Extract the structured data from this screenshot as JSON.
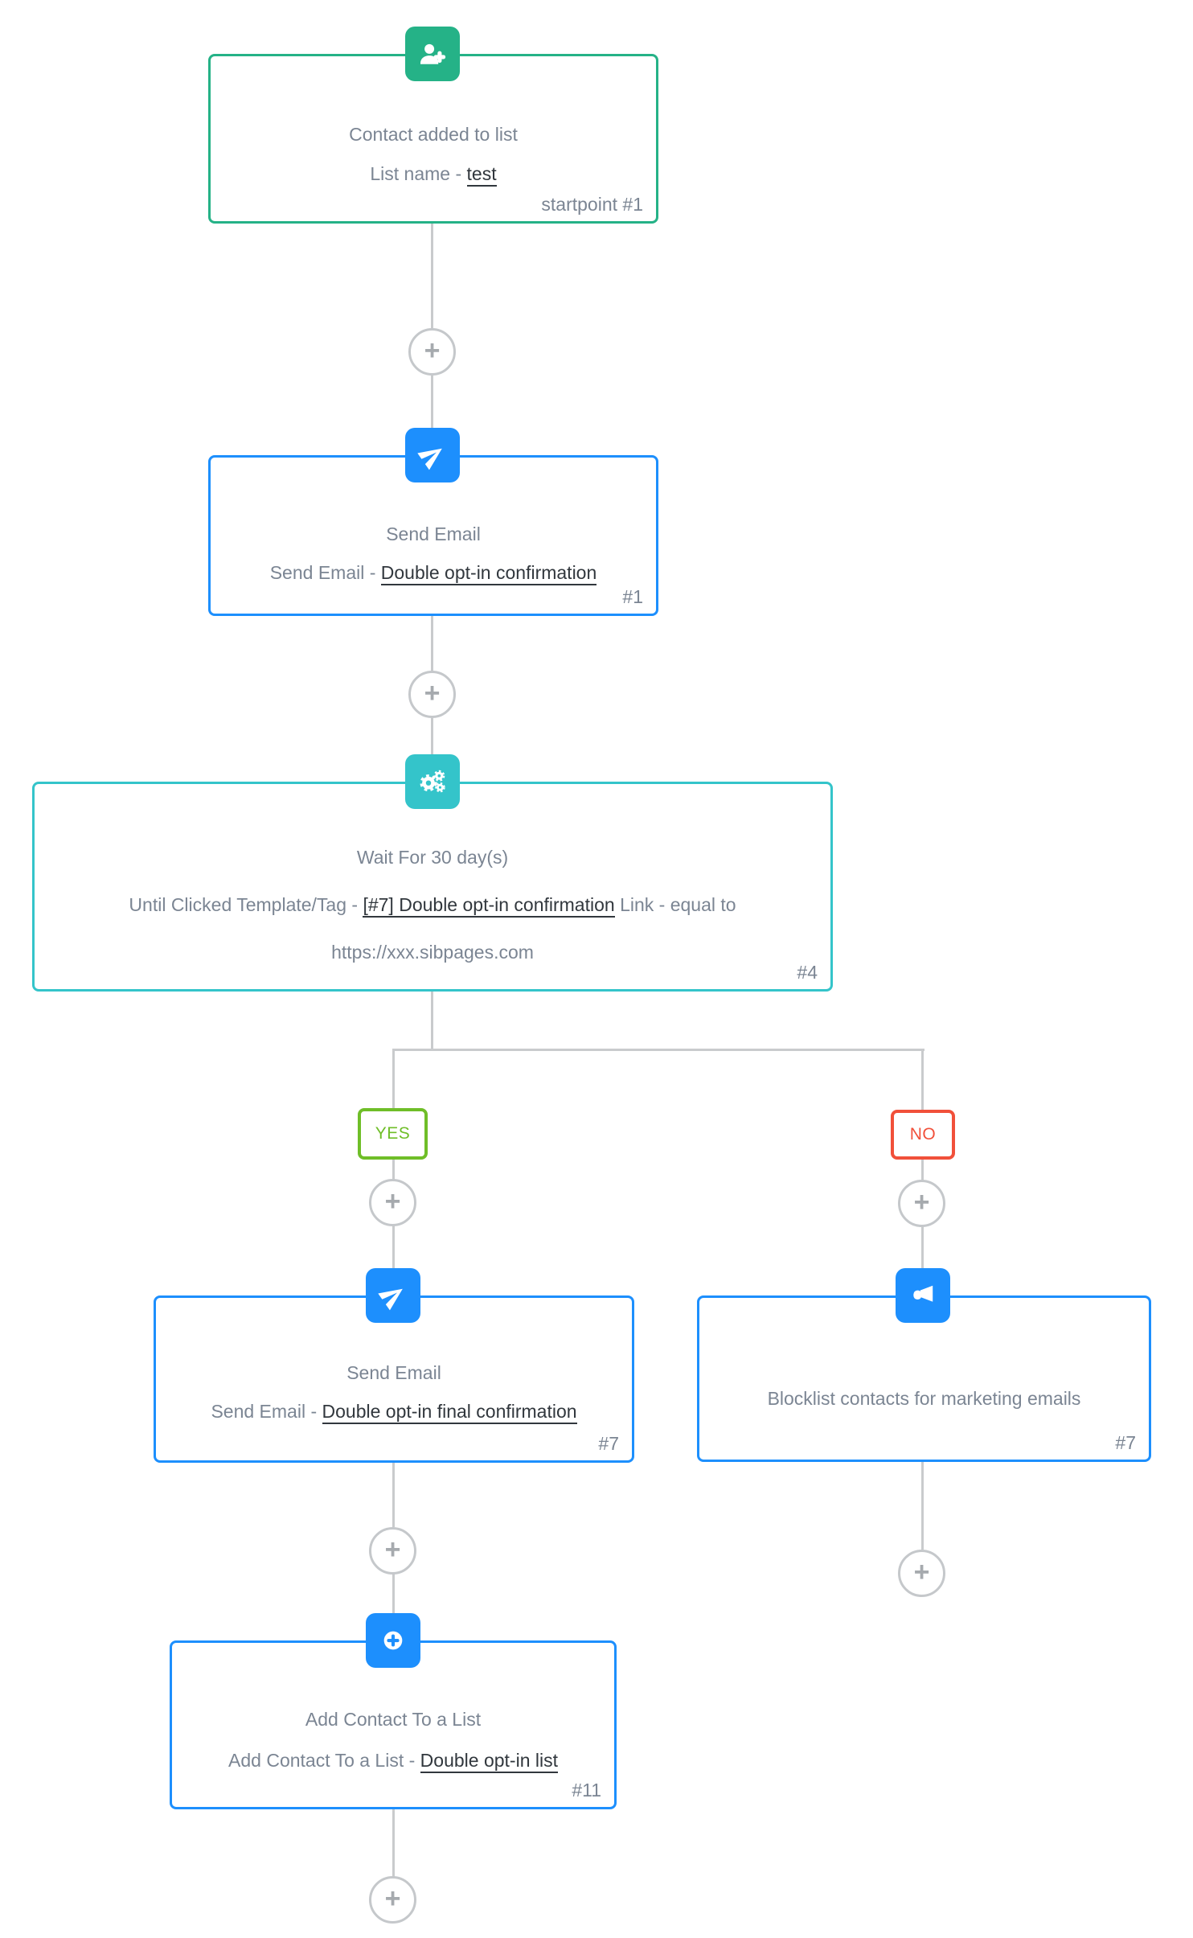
{
  "workflow": {
    "nodes": {
      "start": {
        "title": "Contact added to list",
        "subtitle_prefix": "List name - ",
        "subtitle_link": "test",
        "badge": "startpoint #1",
        "icon": "user-plus-icon",
        "color": "#25b287"
      },
      "send1": {
        "title": "Send Email",
        "subtitle_prefix": "Send Email - ",
        "subtitle_link": "Double opt-in confirmation",
        "badge": "#1",
        "icon": "paper-plane-icon",
        "color": "#1d8ffd"
      },
      "wait": {
        "title": "Wait For 30 day(s)",
        "line2_prefix": "Until Clicked Template/Tag - ",
        "line2_link": "[#7] Double opt-in confirmation",
        "line2_suffix": " Link - equal to",
        "line3": "https://xxx.sibpages.com",
        "badge": "#4",
        "icon": "cogs-icon",
        "color": "#34c4ca"
      },
      "yes_branch": {
        "label": "YES",
        "color": "#6fbe28"
      },
      "no_branch": {
        "label": "NO",
        "color": "#f1503a"
      },
      "send2": {
        "title": "Send Email",
        "subtitle_prefix": "Send Email - ",
        "subtitle_link": "Double opt-in final confirmation",
        "badge": "#7",
        "icon": "paper-plane-icon",
        "color": "#1d8ffd"
      },
      "blocklist": {
        "title": "Blocklist contacts for marketing emails",
        "badge": "#7",
        "icon": "megaphone-icon",
        "color": "#1d8ffd"
      },
      "add": {
        "title": "Add Contact To a List",
        "subtitle_prefix": "Add Contact To a List - ",
        "subtitle_link": "Double opt-in list",
        "badge": "#11",
        "icon": "plus-circle-icon",
        "color": "#1d8ffd"
      }
    },
    "glyphs": {
      "plus": "+"
    },
    "line_color": "#c9cbcd",
    "text_gray": "#7b8593",
    "text_dark": "#31373d"
  }
}
